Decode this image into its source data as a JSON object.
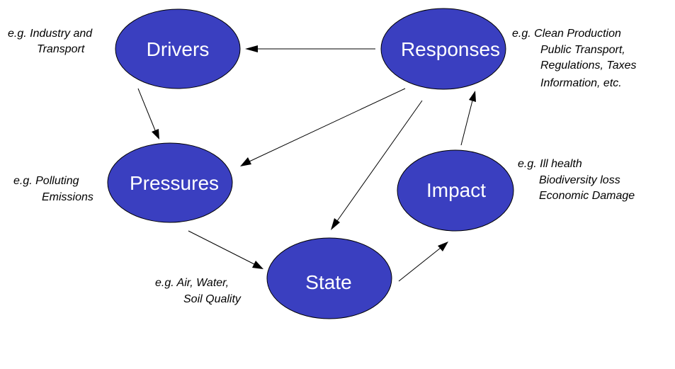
{
  "colors": {
    "node_fill": "#3a3fc0",
    "node_text": "#ffffff",
    "edge": "#000000",
    "background": "#ffffff"
  },
  "nodes": {
    "drivers": {
      "label": "Drivers"
    },
    "responses": {
      "label": "Responses"
    },
    "pressures": {
      "label": "Pressures"
    },
    "impact": {
      "label": "Impact"
    },
    "state": {
      "label": "State"
    }
  },
  "notes": {
    "drivers": {
      "line1": "e.g. Industry and",
      "line2": "Transport"
    },
    "responses": {
      "line1": "e.g. Clean Production",
      "line2": "Public Transport,",
      "line3": "Regulations, Taxes",
      "line4": "Information, etc."
    },
    "pressures": {
      "line1": "e.g. Polluting",
      "line2": "Emissions"
    },
    "impact": {
      "line1": "e.g. Ill health",
      "line2": "Biodiversity loss",
      "line3": "Economic Damage"
    },
    "state": {
      "line1": "e.g. Air, Water,",
      "line2": "Soil Quality"
    }
  },
  "edges": [
    {
      "from": "responses",
      "to": "drivers"
    },
    {
      "from": "drivers",
      "to": "pressures"
    },
    {
      "from": "responses",
      "to": "pressures"
    },
    {
      "from": "responses",
      "to": "state"
    },
    {
      "from": "pressures",
      "to": "state"
    },
    {
      "from": "state",
      "to": "impact"
    },
    {
      "from": "impact",
      "to": "responses"
    }
  ]
}
